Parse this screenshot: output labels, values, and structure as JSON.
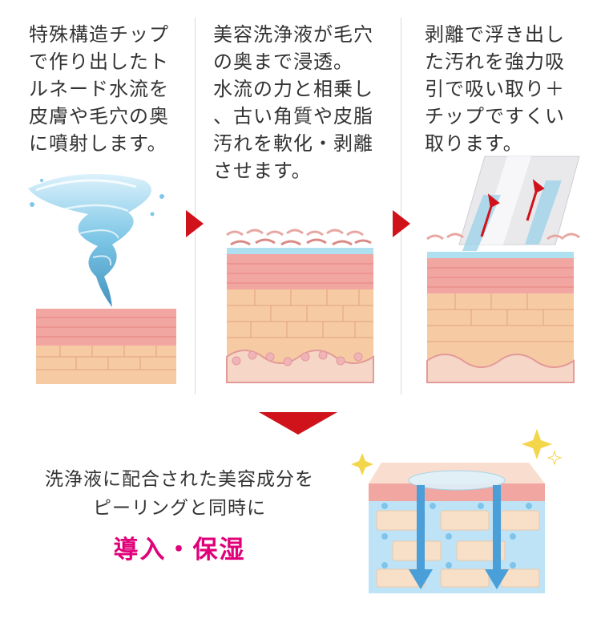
{
  "steps": [
    {
      "lines": [
        "特殊構造チップ",
        "で作り出したト",
        "ルネード水流を",
        "皮膚や毛穴の奥",
        "に噴射します。"
      ]
    },
    {
      "lines": [
        "美容洗浄液が毛穴",
        "の奥まで浸透。",
        "水流の力と相乗し",
        "、古い角質や皮脂",
        "汚れを軟化・剥離",
        "させます。"
      ]
    },
    {
      "lines": [
        "剥離で浮き出し",
        "た汚れを強力吸",
        "引で吸い取り＋",
        "チップですくい",
        "取ります。"
      ]
    }
  ],
  "summary": {
    "line1": "洗浄液に配合された美容成分を",
    "line2": "ピーリングと同時に",
    "result": "導入・保湿"
  },
  "colors": {
    "arrow_red": "#d0121b",
    "result_magenta": "#e0007a",
    "water_blue": "#5fb0d6",
    "skin_peach": "#f6cba4",
    "skin_pink": "#f2a6a2"
  }
}
